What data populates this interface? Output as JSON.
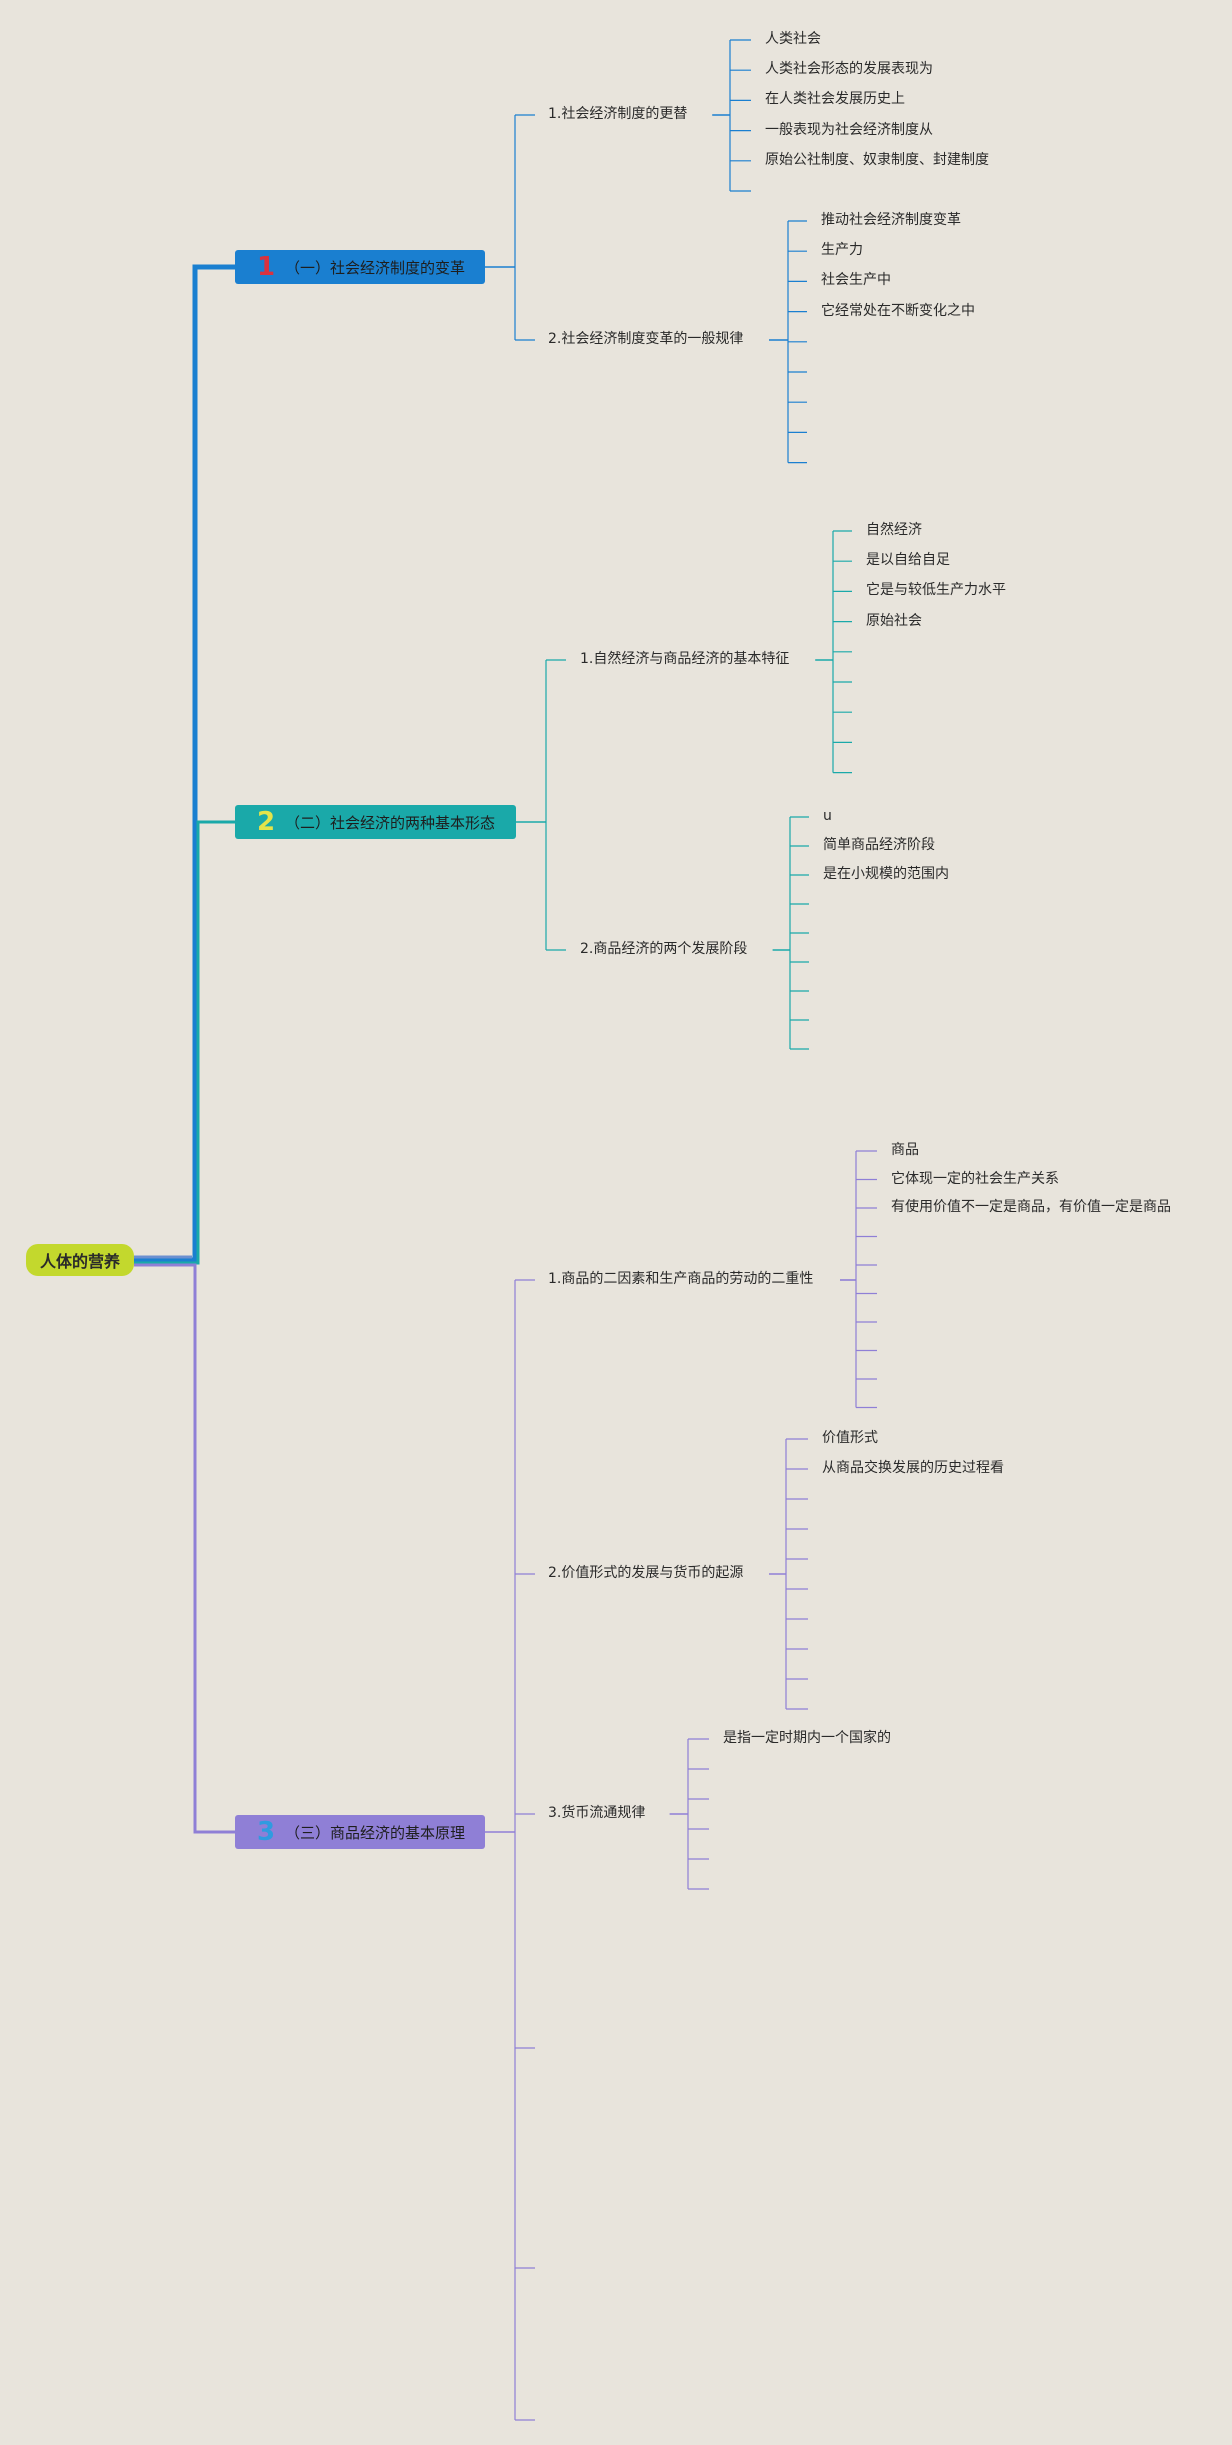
{
  "colors": {
    "background": "#e8e4dc",
    "root": "#c3d82d",
    "branch1": "#1a7fd0",
    "branch2": "#1aa9a9",
    "branch3": "#8f7fd6",
    "num1": "#d9323f",
    "num2": "#e4e44a",
    "num3": "#2f9be0"
  },
  "root": {
    "label": "人体的营养"
  },
  "branches": [
    {
      "num": "1",
      "label": "（一）社会经济制度的变革",
      "subs": [
        {
          "label": "1.社会经济制度的更替",
          "leaves": [
            "人类社会",
            "人类社会形态的发展表现为",
            "在人类社会发展历史上",
            "一般表现为社会经济制度从",
            "原始公社制度、奴隶制度、封建制度",
            ""
          ]
        },
        {
          "label": "2.社会经济制度变革的一般规律",
          "leaves": [
            "推动社会经济制度变革",
            "生产力",
            "社会生产中",
            "它经常处在不断变化之中",
            "",
            "",
            "",
            "",
            ""
          ]
        }
      ]
    },
    {
      "num": "2",
      "label": "（二）社会经济的两种基本形态",
      "subs": [
        {
          "label": "1.自然经济与商品经济的基本特征",
          "leaves": [
            "自然经济",
            "是以自给自足",
            "它是与较低生产力水平",
            "原始社会",
            "",
            "",
            "",
            "",
            ""
          ]
        },
        {
          "label": "2.商品经济的两个发展阶段",
          "leaves": [
            "u",
            "简单商品经济阶段",
            "是在小规模的范围内",
            "",
            "",
            "",
            "",
            "",
            ""
          ]
        }
      ]
    },
    {
      "num": "3",
      "label": "（三）商品经济的基本原理",
      "subs": [
        {
          "label": "1.商品的二因素和生产商品的劳动的二重性",
          "leaves": [
            "商品",
            "它体现一定的社会生产关系",
            "有使用价值不一定是商品，有价值一定是商品",
            "",
            "",
            "",
            "",
            "",
            "",
            ""
          ]
        },
        {
          "label": "2.价值形式的发展与货币的起源",
          "leaves": [
            "价值形式",
            "从商品交换发展的历史过程看",
            "",
            "",
            "",
            "",
            "",
            "",
            "",
            ""
          ]
        },
        {
          "label": "3.货币流通规律",
          "leaves": [
            "是指一定时期内一个国家的",
            "",
            "",
            "",
            "",
            ""
          ]
        },
        {
          "label": "",
          "leaves": []
        },
        {
          "label": "",
          "leaves": []
        },
        {
          "label": "",
          "leaves": []
        }
      ]
    }
  ]
}
